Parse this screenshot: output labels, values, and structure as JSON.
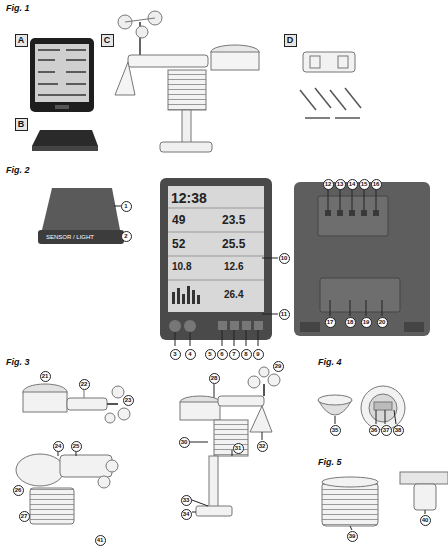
{
  "diagram": {
    "nodes": [
      {
        "text": [
          "A"
        ]
      },
      {
        "text": [
          "B"
        ]
      },
      {
        "text": [
          "C"
        ]
      },
      {
        "text": [
          "D"
        ]
      },
      {
        "text": [
          "1"
        ]
      },
      {
        "text": [
          "2"
        ]
      },
      {
        "text": [
          "3"
        ]
      },
      {
        "text": [
          "4"
        ]
      },
      {
        "text": [
          "5"
        ]
      },
      {
        "text": [
          "6"
        ]
      },
      {
        "text": [
          "7"
        ]
      },
      {
        "text": [
          "8"
        ]
      },
      {
        "text": [
          "9"
        ]
      },
      {
        "text": [
          "10"
        ]
      },
      {
        "text": [
          "11"
        ]
      },
      {
        "text": [
          "12"
        ]
      },
      {
        "text": [
          "13"
        ]
      },
      {
        "text": [
          "14"
        ]
      },
      {
        "text": [
          "15"
        ]
      },
      {
        "text": [
          "16"
        ]
      },
      {
        "text": [
          "17"
        ]
      },
      {
        "text": [
          "18"
        ]
      },
      {
        "text": [
          "19"
        ]
      },
      {
        "text": [
          "20"
        ]
      },
      {
        "text": [
          "21"
        ]
      },
      {
        "text": [
          "22"
        ]
      },
      {
        "text": [
          "23"
        ]
      },
      {
        "text": [
          "24"
        ]
      },
      {
        "text": [
          "25"
        ]
      },
      {
        "text": [
          "26"
        ]
      },
      {
        "text": [
          "27"
        ]
      },
      {
        "text": [
          "28"
        ]
      },
      {
        "text": [
          "29"
        ]
      },
      {
        "text": [
          "30"
        ]
      },
      {
        "text": [
          "31"
        ]
      },
      {
        "text": [
          "32"
        ]
      },
      {
        "text": [
          "33"
        ]
      },
      {
        "text": [
          "34"
        ]
      },
      {
        "text": [
          "35"
        ]
      },
      {
        "text": [
          "36"
        ]
      },
      {
        "text": [
          "37"
        ]
      },
      {
        "text": [
          "38"
        ]
      },
      {
        "text": [
          "39"
        ]
      },
      {
        "text": [
          "40"
        ]
      },
      {
        "text": [
          "41"
        ]
      }
    ],
    "labels": [
      "Fig. 1",
      "Fig. 2",
      "Fig. 3",
      "Fig. 4",
      "Fig. 5",
      "SENSOR / LIGHT",
      "12:38",
      "49",
      "23.5",
      "52",
      "25.5",
      "10.8",
      "12.6",
      "26.4"
    ]
  }
}
